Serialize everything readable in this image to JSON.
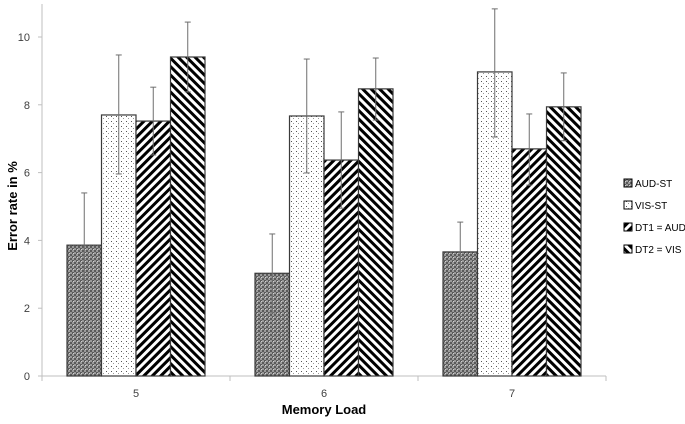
{
  "chart_data": {
    "type": "bar",
    "title": "",
    "xlabel": "Memory Load",
    "ylabel": "Error rate in %",
    "categories": [
      "5",
      "6",
      "7"
    ],
    "ylim": [
      0,
      11
    ],
    "yticks": [
      0,
      2,
      4,
      6,
      8,
      10
    ],
    "grid": false,
    "legend_position": "right",
    "series": [
      {
        "name": "AUD-ST",
        "pattern": "dense-crosshatch-gray",
        "values": [
          3.86,
          3.03,
          3.66
        ],
        "error_upper": [
          5.4,
          4.19,
          4.54
        ],
        "error_lower": [
          2.36,
          1.86,
          2.74
        ]
      },
      {
        "name": "VIS-ST",
        "pattern": "dots",
        "values": [
          7.7,
          7.67,
          8.97
        ],
        "error_upper": [
          9.47,
          9.35,
          10.83
        ],
        "error_lower": [
          5.96,
          5.99,
          7.05
        ]
      },
      {
        "name": "DT1 = AUD",
        "pattern": "diagonal-up",
        "values": [
          7.52,
          6.37,
          6.7
        ],
        "error_upper": [
          8.52,
          7.79,
          7.73
        ],
        "error_lower": [
          6.52,
          4.95,
          5.63
        ]
      },
      {
        "name": "DT2 = VIS",
        "pattern": "diagonal-down",
        "values": [
          9.41,
          8.47,
          7.94
        ],
        "error_upper": [
          10.44,
          9.38,
          8.94
        ],
        "error_lower": [
          8.38,
          7.55,
          6.94
        ]
      }
    ]
  }
}
